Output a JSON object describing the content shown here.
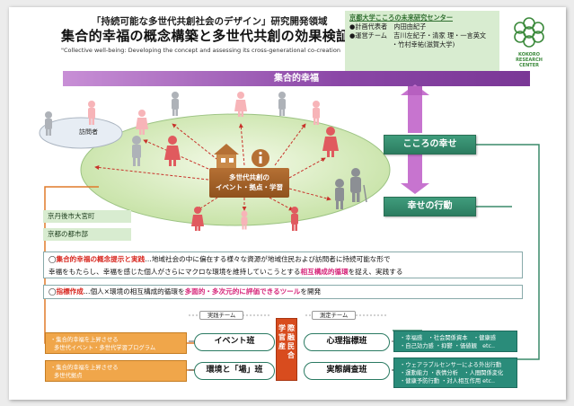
{
  "header": {
    "subtitle": "「持続可能な多世代共創社会のデザイン」研究開発領域",
    "title": "集合的幸福の概念構築と多世代共創の効果検証",
    "english_title": "\"Collective well-being: Developing the concept and assessing its cross-generational co-creation"
  },
  "center": {
    "name": "京都大学こころの未来研究センター",
    "line1": "●計画代表者　内田由紀子",
    "line2": "●運営チーム　吉川左紀子・清家 理・一言英文",
    "line3": "・竹村幸祐(滋賀大学)"
  },
  "logo": {
    "line1": "KOKORO",
    "line2": "RESEARCH",
    "line3": "CENTER",
    "color": "#3c8a3c"
  },
  "banner": {
    "label": "集合的幸福"
  },
  "labels": {
    "kokoro": "こころの幸せ",
    "koudou": "幸せの行動",
    "visitor": "訪問者",
    "event_line1": "多世代共創の",
    "event_line2": "イベント・拠点・学習"
  },
  "places": [
    "京丹後市大宮町",
    "京都の都市部"
  ],
  "text1": {
    "marker": "◯",
    "red": "集合的幸福の概念提示と実践",
    "part1": "…地域社会の中に偏在する様々な資源が地域住民および訪問者に持続可能な形で",
    "part2": "幸福をもたらし、幸福を感じた個人がさらにマクロな環境を維持していこうとする",
    "pink": "相互構成的循環",
    "part3": "を捉え、実践する"
  },
  "text2": {
    "marker": "◯",
    "red": "指標作成",
    "part1": "…個人×環境の相互構成的循環を",
    "pink": "多面的・多次元的に評価できるツール",
    "part2": "を開発"
  },
  "teams": {
    "practice": "実践チーム",
    "measure": "測定チーム",
    "event_team": "イベント班",
    "place_team": "環境と「場」班",
    "psych_team": "心理指標班",
    "field_team": "実態調査班"
  },
  "goals": {
    "g1_line1": "・集合的幸福を上昇させる",
    "g1_line2": "多世代イベント・多世代学習プログラム",
    "g2_line1": "・集合的幸福を上昇させる",
    "g2_line2": "多世代拠点"
  },
  "governance": {
    "col1": "学官産",
    "col2": "際融民合"
  },
  "measures": {
    "m1_line1": "・幸福感　・社会関係資本　・健康感",
    "m1_line2": "・自己効力感 ・抑鬱 ・価値観　etc..",
    "m2_line1": "・ウェアラブルセンサーによる外出行動",
    "m2_line2": "・運動能力 ・表情分析　・人間関係変化",
    "m2_line3": "・健康予防行動 ・対人相互作用 etc.."
  },
  "colors": {
    "purple": "#8a46a6",
    "green": "#2f8a6a",
    "orange": "#f0a64a",
    "red": "#d7261e",
    "pink": "#d6267a"
  }
}
